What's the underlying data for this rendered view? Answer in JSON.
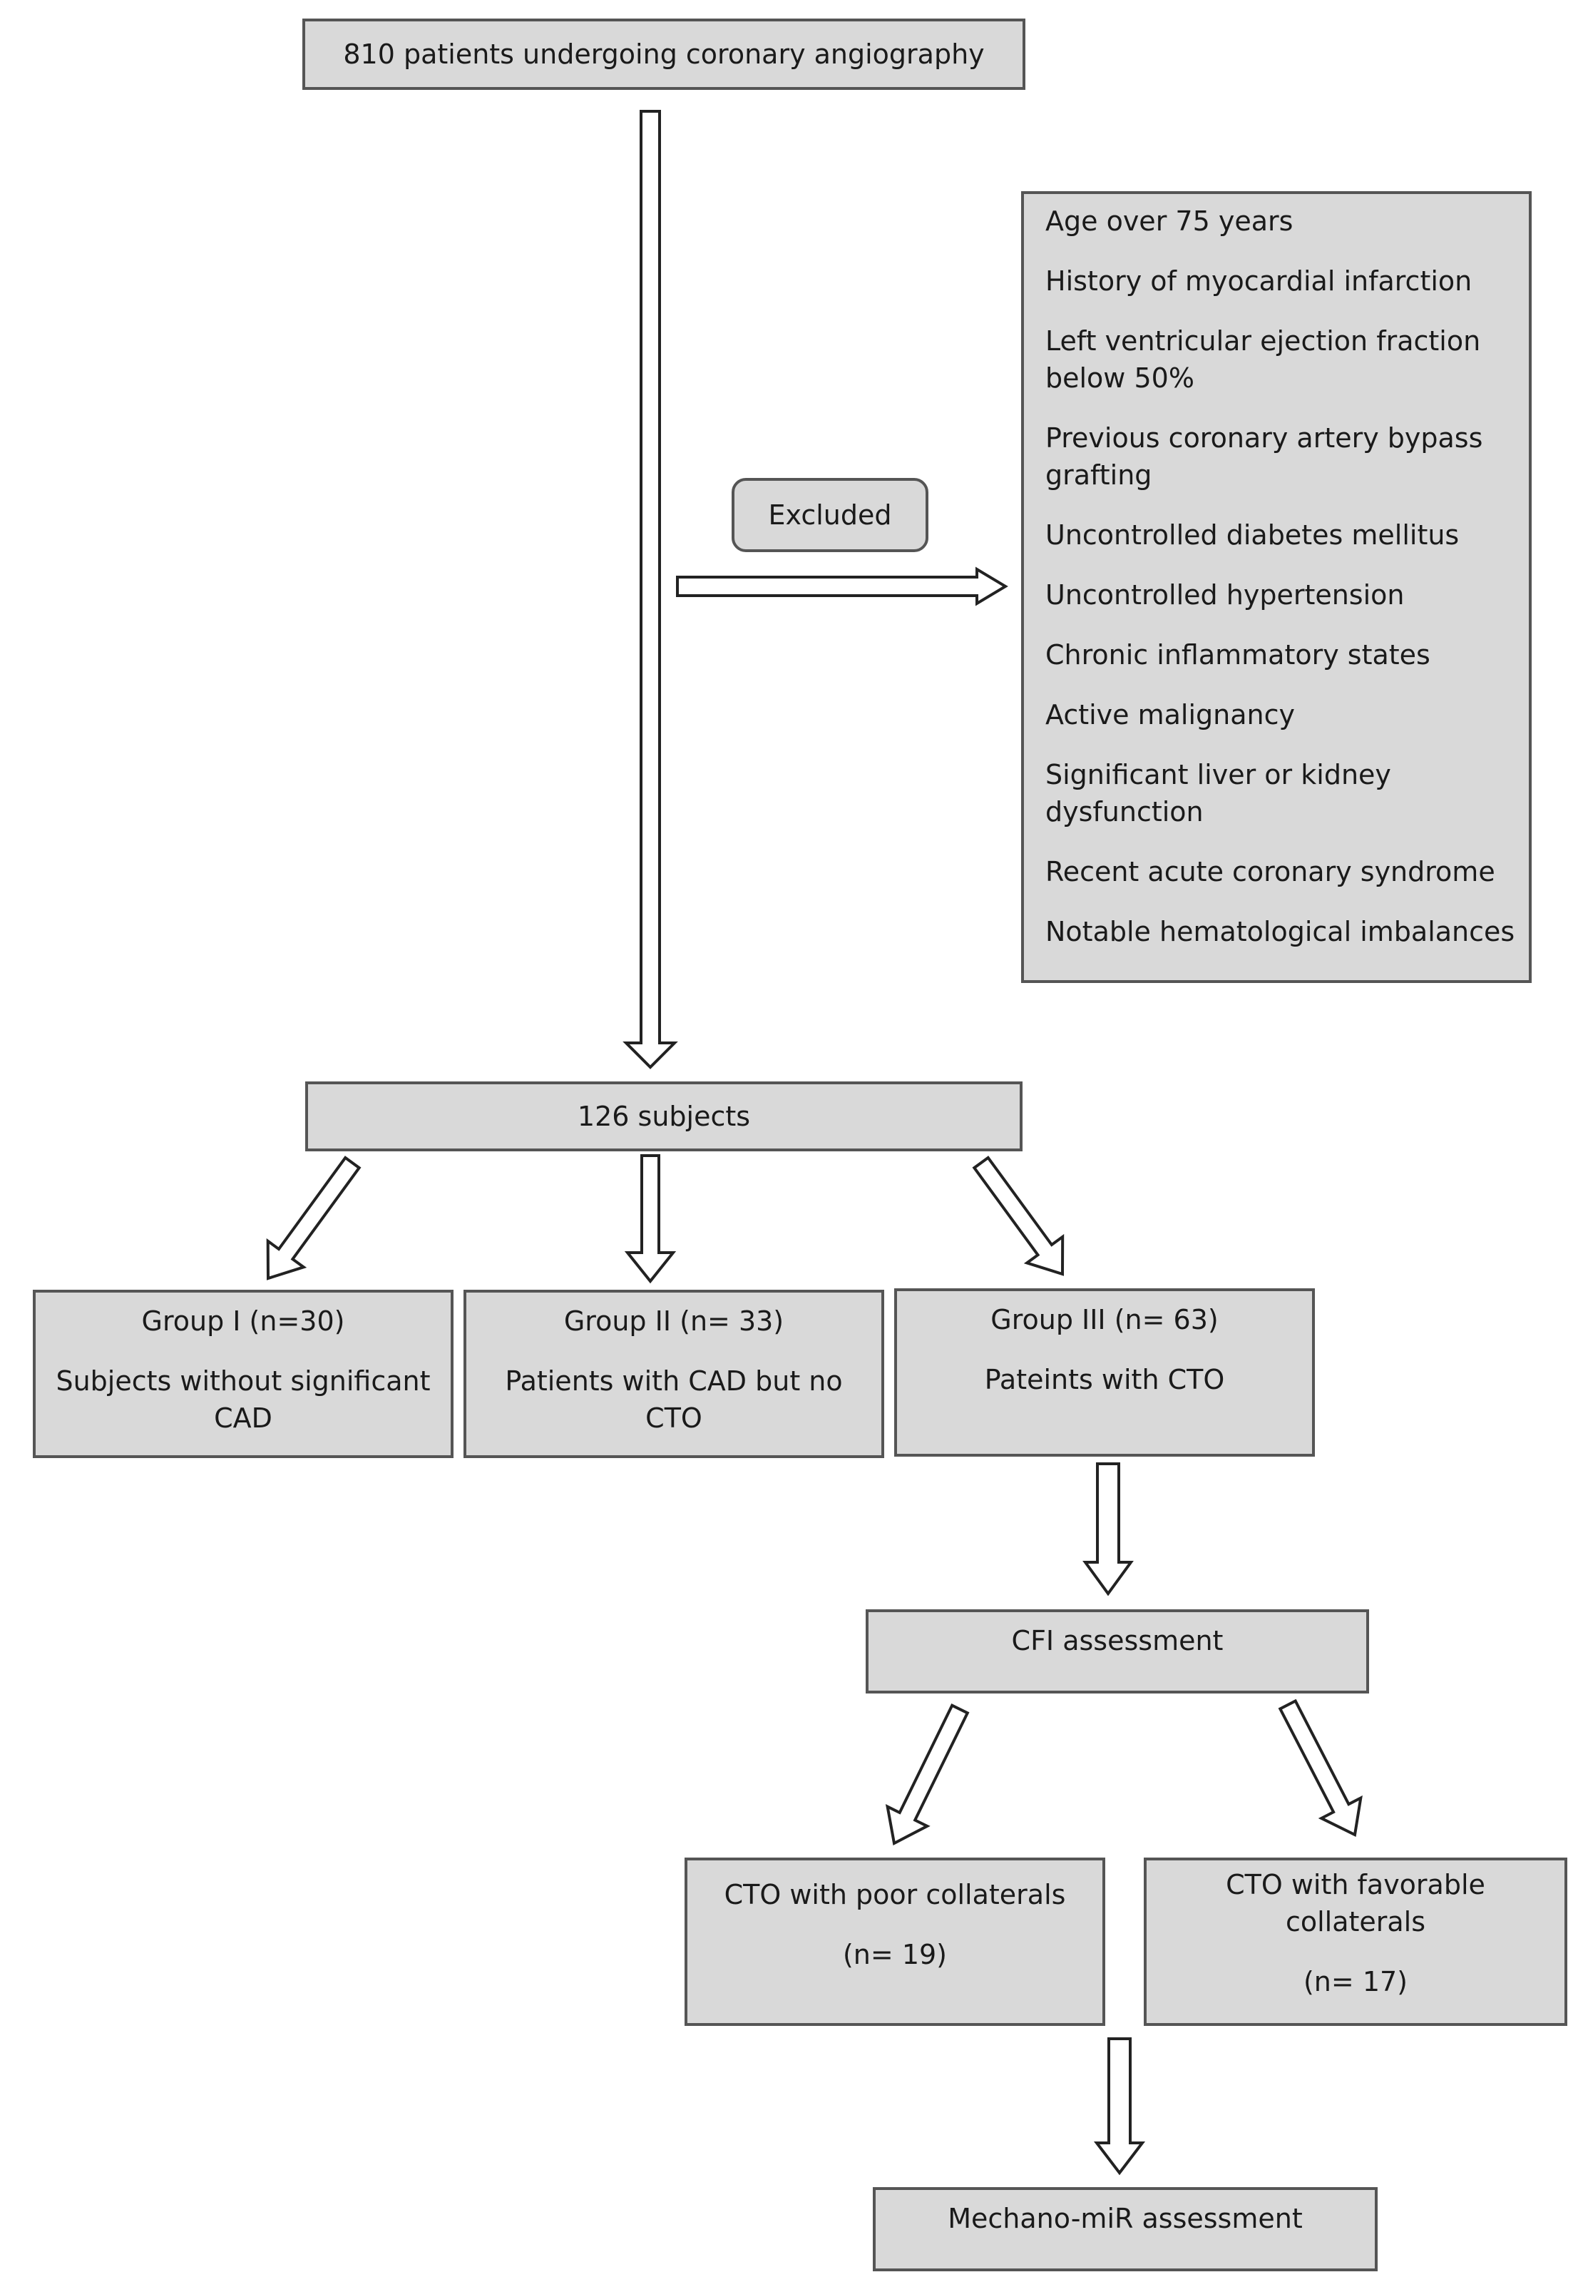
{
  "top": {
    "label": "810 patients undergoing coronary angiography"
  },
  "excluded": {
    "label": "Excluded",
    "criteria": [
      "Age over 75 years",
      "History of myocardial infarction",
      "Left ventricular ejection fraction\nbelow 50%",
      "Previous coronary artery bypass\ngrafting",
      "Uncontrolled diabetes mellitus",
      "Uncontrolled hypertension",
      "Chronic inflammatory states",
      "Active malignancy",
      "Significant liver or kidney\ndysfunction",
      "Recent acute coronary syndrome",
      "Notable hematological imbalances"
    ]
  },
  "subjects": {
    "label": "126 subjects"
  },
  "groups": [
    {
      "title": "Group I (n=30)",
      "desc": "Subjects without significant\nCAD"
    },
    {
      "title": "Group II (n= 33)",
      "desc": "Patients with CAD but no\nCTO"
    },
    {
      "title": "Group III (n= 63)",
      "desc": "Pateints with CTO"
    }
  ],
  "cfi": {
    "label": "CFI assessment"
  },
  "collaterals": [
    {
      "title": "CTO with poor collaterals",
      "n": "(n= 19)"
    },
    {
      "title": "CTO with favorable\ncollaterals",
      "n": "(n= 17)"
    }
  ],
  "mechano": {
    "label": "Mechano-miR assessment"
  },
  "colors": {
    "box_fill": "#d9d9d9",
    "box_border": "#555555",
    "arrow_fill": "#ffffff",
    "arrow_stroke": "#222222"
  }
}
